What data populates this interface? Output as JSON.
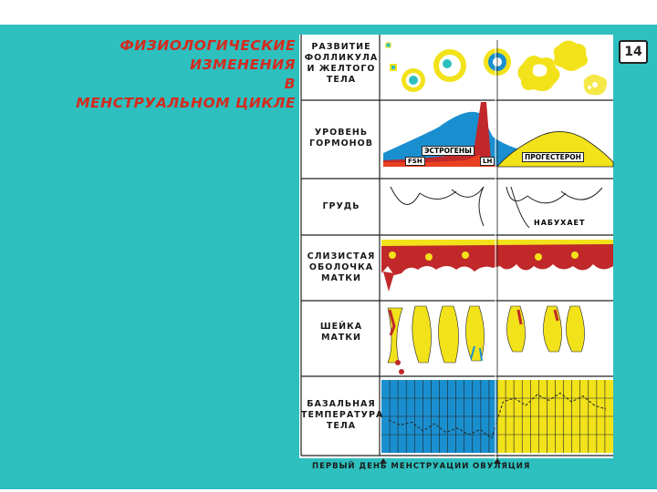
{
  "title": {
    "lines": [
      "ФИЗИОЛОГИЧЕСКИЕ",
      "ИЗМЕНЕНИЯ",
      "В",
      "МЕНСТРУАЛЬНОМ ЦИКЛЕ"
    ]
  },
  "slide_number": "14",
  "rows": [
    {
      "lines": [
        "РАЗВИТИЕ",
        "ФОЛЛИКУЛА",
        "И ЖЕЛТОГО",
        "ТЕЛА"
      ]
    },
    {
      "lines": [
        "УРОВЕНЬ",
        "ГОРМОНОВ"
      ]
    },
    {
      "lines": [
        "ГРУДЬ"
      ]
    },
    {
      "lines": [
        "СЛИЗИСТАЯ",
        "ОБОЛОЧКА",
        "МАТКИ"
      ]
    },
    {
      "lines": [
        "ШЕЙКА",
        "МАТКИ"
      ]
    },
    {
      "lines": [
        "БАЗАЛЬНАЯ",
        "ТЕМПЕРАТУРА",
        "ТЕЛА"
      ]
    }
  ],
  "hormones": {
    "fsh": "FSH",
    "estrogens": "ЭСТРОГЕНЫ",
    "lh": "LH",
    "progesterone": "ПРОГЕСТЕРОН"
  },
  "breast_note": "НАБУХАЕТ",
  "bottom": {
    "first_day": "ПЕРВЫЙ ДЕНЬ МЕНСТРУАЦИИ",
    "ovulation": "ОВУЛЯЦИЯ"
  },
  "colors": {
    "background": "#2ebfbf",
    "title": "#d42b1e",
    "follicular": "#1a8fd0",
    "luteal": "#f2e21a",
    "endometrium": "#c0282a"
  },
  "temperature_series": {
    "follicular": [
      0.55,
      0.62,
      0.58,
      0.7,
      0.6,
      0.72,
      0.66,
      0.75,
      0.68,
      0.8
    ],
    "luteal": [
      0.3,
      0.25,
      0.35,
      0.2,
      0.28,
      0.18,
      0.3,
      0.22,
      0.35,
      0.4
    ]
  }
}
